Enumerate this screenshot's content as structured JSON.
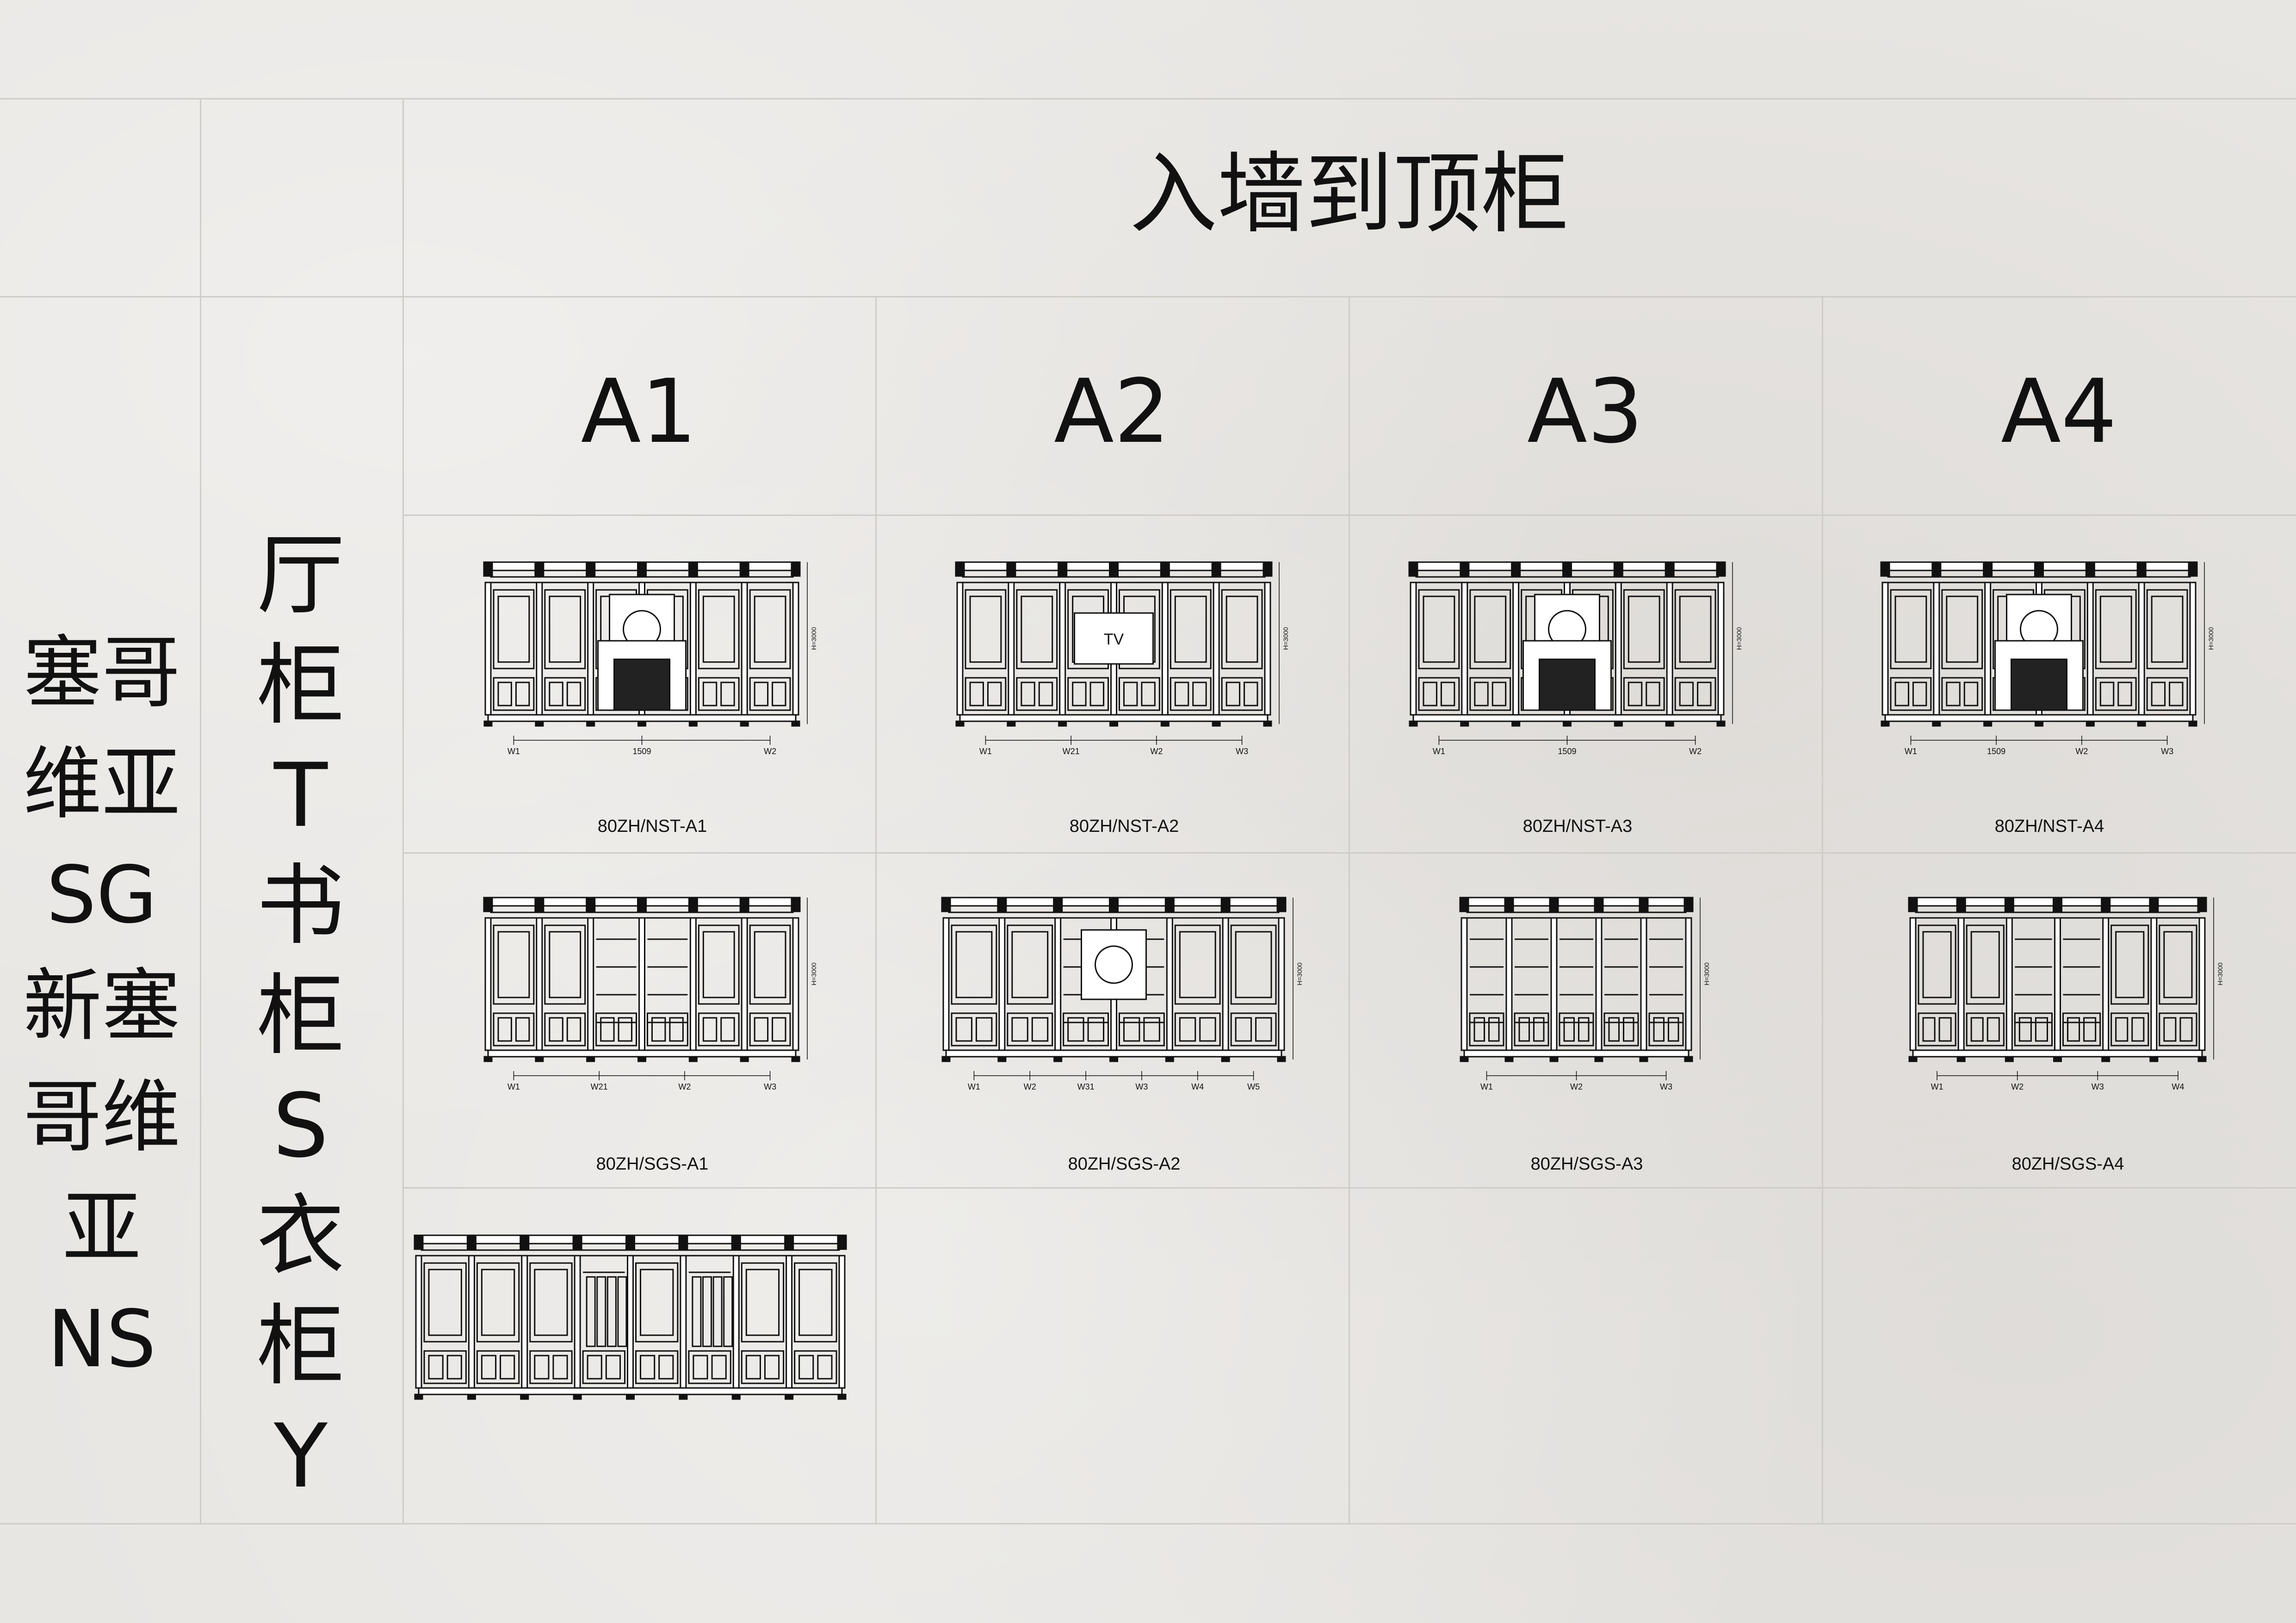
{
  "title": "入墙到顶柜",
  "columns": [
    "A1",
    "A2",
    "A3",
    "A4"
  ],
  "brand_label": "塞哥\n维亚\nSG\n新塞\n哥维\n亚\nNS",
  "category_label": "厅\n柜\nT\n书\n柜\nS\n衣\n柜\nY",
  "rows": [
    {
      "items": [
        {
          "code": "80ZH/NST-A1",
          "variant": "fireplace",
          "labels": [
            "W1",
            "1509",
            "W2"
          ],
          "height": "H=3000"
        },
        {
          "code": "80ZH/NST-A2",
          "variant": "tv",
          "labels": [
            "W1",
            "W21",
            "W2",
            "W3"
          ],
          "height": "H=3000",
          "tv": "TV"
        },
        {
          "code": "80ZH/NST-A3",
          "variant": "fireplace",
          "labels": [
            "W1",
            "1509",
            "W2"
          ],
          "height": "H=3000"
        },
        {
          "code": "80ZH/NST-A4",
          "variant": "fireplace-lamps",
          "labels": [
            "W1",
            "1509",
            "W2",
            "W3"
          ],
          "height": "H=3000"
        }
      ]
    },
    {
      "items": [
        {
          "code": "80ZH/SGS-A1",
          "variant": "bookcase",
          "labels": [
            "W1",
            "W21",
            "W2",
            "W3"
          ],
          "height": "H=3000"
        },
        {
          "code": "80ZH/SGS-A2",
          "variant": "bookcase-painting",
          "labels": [
            "W1",
            "W2",
            "W31",
            "W3",
            "W4",
            "W5"
          ],
          "height": "H=3000"
        },
        {
          "code": "80ZH/SGS-A3",
          "variant": "shelves",
          "labels": [
            "W1",
            "W2",
            "W3"
          ],
          "height": "H=3000"
        },
        {
          "code": "80ZH/SGS-A4",
          "variant": "bookcase",
          "labels": [
            "W1",
            "W2",
            "W3",
            "W4"
          ],
          "height": "H=3000"
        }
      ]
    },
    {
      "items": [
        {
          "code": "",
          "variant": "wardrobe",
          "labels": [],
          "height": ""
        }
      ]
    }
  ]
}
